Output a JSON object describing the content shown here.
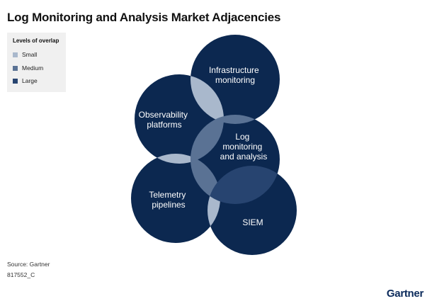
{
  "title": "Log Monitoring and Analysis Market Adjacencies",
  "legend": {
    "title": "Levels of overlap",
    "items": [
      {
        "label": "Small",
        "color": "#a9b8cc"
      },
      {
        "label": "Medium",
        "color": "#5a7294"
      },
      {
        "label": "Large",
        "color": "#274470"
      }
    ]
  },
  "circles": {
    "infrastructure": {
      "lines": [
        "Infrastructure",
        "monitoring"
      ]
    },
    "observability": {
      "lines": [
        "Observability",
        "platforms"
      ]
    },
    "log": {
      "lines": [
        "Log",
        "monitoring",
        "and analysis"
      ]
    },
    "telemetry": {
      "lines": [
        "Telemetry",
        "pipelines"
      ]
    },
    "siem": {
      "lines": [
        "SIEM"
      ]
    }
  },
  "colors": {
    "circle_fill": "#0c2850",
    "overlap_small": "#a9b8cc",
    "overlap_medium": "#5a7294",
    "overlap_large": "#274470"
  },
  "footer": {
    "source": "Source: Gartner",
    "doc_id": "817552_C",
    "logo": "Gartner"
  }
}
